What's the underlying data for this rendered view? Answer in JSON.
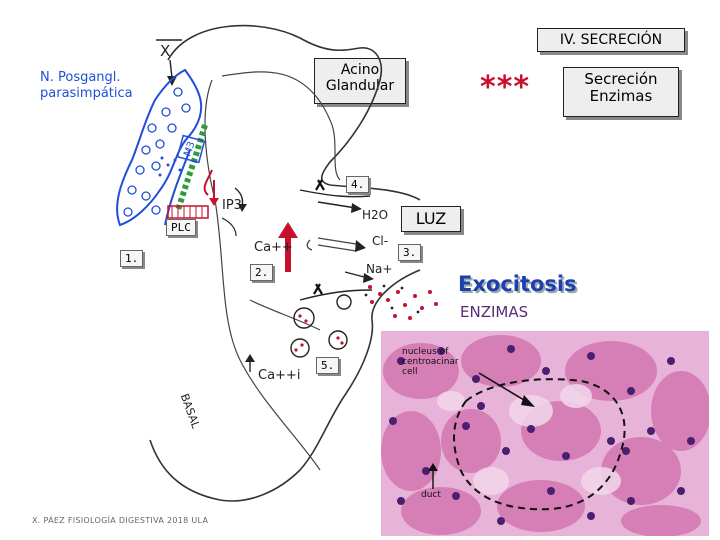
{
  "header": {
    "title": "IV. SECRECIÓN"
  },
  "labels": {
    "nerve": "N. Posgangl. parasimpática",
    "acino": "Acino Glandular",
    "stars": "***",
    "secrecion": "Secreción Enzimas",
    "luz": "LUZ",
    "exocitosis": "Exocitosis",
    "enzimas": "ENZIMAS",
    "plc": "PLC",
    "step1": "1.",
    "step2": "2.",
    "step3": "3.",
    "step4": "4.",
    "step5": "5.",
    "x_mark": "X",
    "m3": "M3",
    "ip3": "IP3",
    "ca_top": "Ca++",
    "ca_bottom": "Ca++i",
    "h2o": "H2O",
    "cl": "Cl-",
    "na": "Na+",
    "basal": "BASAL",
    "micro_nucleus": "nucleus of centroacinar cell",
    "micro_duct": "duct",
    "footer": "X. PÁEZ FISIOLOGÍA DIGESTIVA 2018 ULA"
  },
  "colors": {
    "accent_red": "#c8102e",
    "nerve_blue": "#1f4fd8",
    "receptor_green": "#2a9d3a",
    "tissue_pink": "#d06aa8",
    "tissue_purple": "#5a2a78",
    "box_fill": "#eeeeee"
  }
}
